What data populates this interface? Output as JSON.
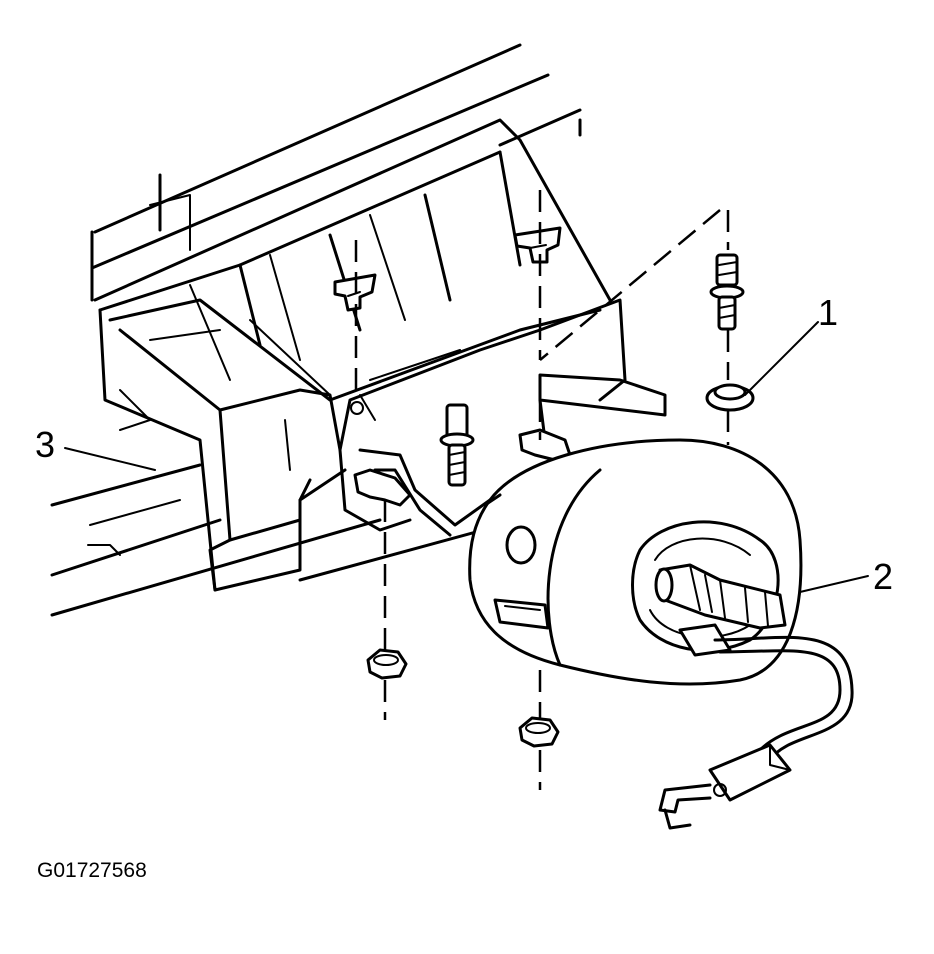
{
  "diagram": {
    "callouts": [
      {
        "number": "1",
        "part": "nut-washer"
      },
      {
        "number": "2",
        "part": "steering-column-housing"
      },
      {
        "number": "3",
        "part": "instrument-panel-support"
      }
    ],
    "figure_id": "G01727568"
  }
}
